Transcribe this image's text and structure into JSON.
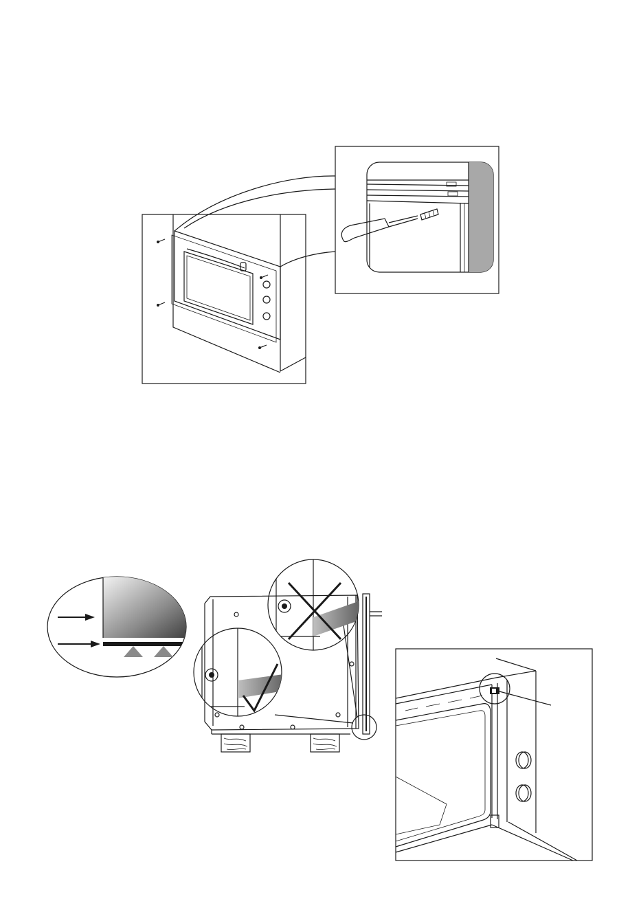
{
  "page": {
    "background": "#ffffff",
    "line_color": "#1a1a1a"
  },
  "figures": [
    {
      "name": "oven-wall-mounting-with-screws",
      "icons": [
        "wall-panel-icon",
        "oven-icon",
        "screw-icon",
        "screwdriver-icon"
      ]
    },
    {
      "name": "screw-detail-callout",
      "icons": [
        "screwdriver-icon",
        "screw-icon"
      ]
    },
    {
      "name": "seal-gap-callout",
      "icons": [
        "arrow-icon",
        "upward-arrow-icon"
      ]
    },
    {
      "name": "oven-on-wooden-blocks",
      "icons": [
        "cross-mark-icon",
        "check-mark-icon",
        "wood-block-icon"
      ]
    },
    {
      "name": "oven-door-open-hinge-detail",
      "icons": [
        "hinge-clip-icon",
        "knob-icon"
      ]
    }
  ]
}
